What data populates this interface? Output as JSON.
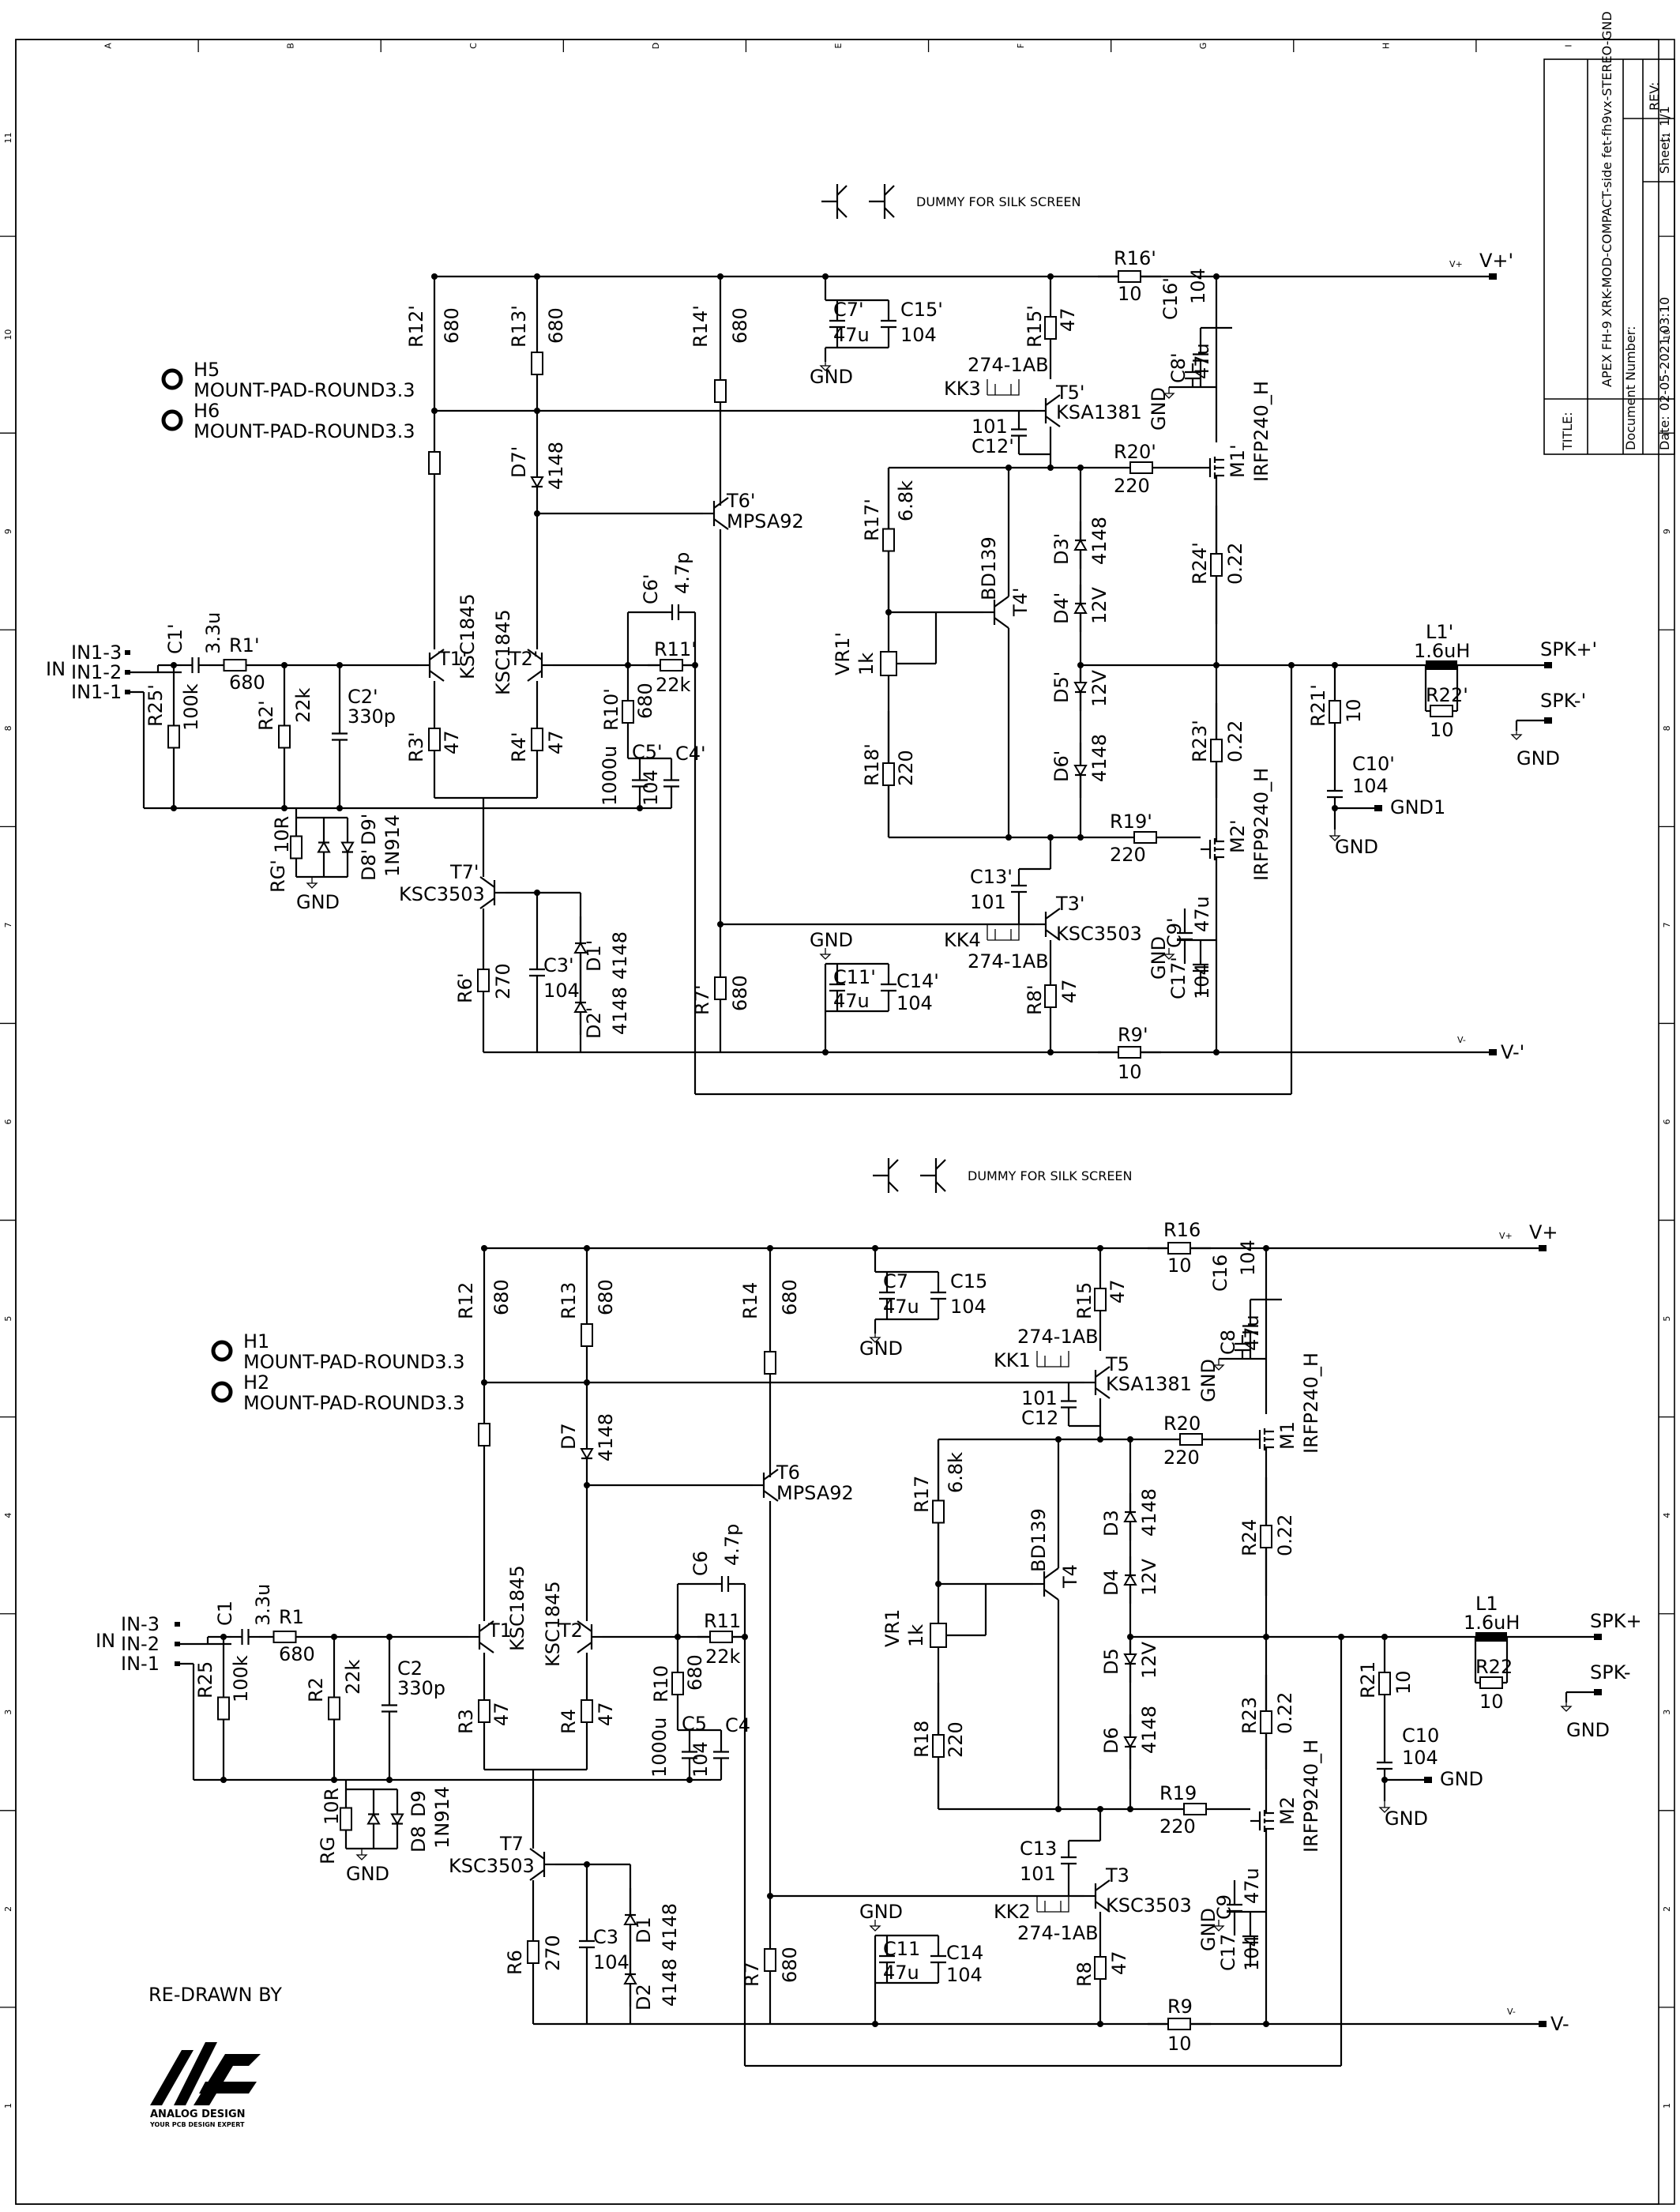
{
  "frame": {
    "cols": [
      "A",
      "B",
      "C",
      "D",
      "E",
      "F",
      "G",
      "H",
      "I"
    ],
    "rows": [
      "11",
      "10",
      "9",
      "8",
      "7",
      "6",
      "5",
      "4",
      "3",
      "2",
      "1"
    ]
  },
  "title_block": {
    "title_label": "TITLE:",
    "title": "APEX FH-9 XRK-MOD-COMPACT-side fet-fh9vx-STEREO-GND",
    "rev_label": "REV:",
    "docnum_label": "Document Number:",
    "date_label": "Date:",
    "date": "02-05-2021 03:10",
    "sheet_label": "Sheet:",
    "sheet": "1/1"
  },
  "dummy_label": "DUMMY FOR SILK SCREEN",
  "credit": {
    "redrawn": "RE-DRAWN BY",
    "logo_name": "ANALOG DESIGN",
    "logo_tag": "YOUR PCB DESIGN EXPERT"
  },
  "top": {
    "in_label": "IN",
    "in_pins": [
      "IN1-3",
      "IN1-2",
      "IN1-1"
    ],
    "mount_pads": [
      {
        "ref": "H5",
        "val": "MOUNT-PAD-ROUND3.3"
      },
      {
        "ref": "H6",
        "val": "MOUNT-PAD-ROUND3.3"
      }
    ],
    "c1": {
      "ref": "C1'",
      "val": "3.3u"
    },
    "r1": {
      "ref": "R1'",
      "val": "680"
    },
    "r25": {
      "ref": "R25'",
      "val": "100k"
    },
    "r2": {
      "ref": "R2'",
      "val": "22k"
    },
    "c2": {
      "ref": "C2'",
      "val": "330p"
    },
    "rg": {
      "ref": "RG'",
      "val": "10R"
    },
    "d8": {
      "ref": "D8'",
      "val": "D9'"
    },
    "d9val": "1N914",
    "gnd": "GND",
    "t1": {
      "ref": "T1'",
      "val": "KSC1845"
    },
    "t2": {
      "ref": "T2'",
      "val": "KSC1845"
    },
    "r3": {
      "ref": "R3'",
      "val": "47"
    },
    "r4": {
      "ref": "R4'",
      "val": "47"
    },
    "r12": {
      "ref": "R12'",
      "val": "680"
    },
    "r13": {
      "ref": "R13'",
      "val": "680"
    },
    "d7": {
      "ref": "D7'",
      "val": "4148"
    },
    "t7": {
      "ref": "T7'",
      "val": "KSC3503"
    },
    "r6": {
      "ref": "R6'",
      "val": "270"
    },
    "c3": {
      "ref": "C3'",
      "val": "104"
    },
    "d1": {
      "ref": "D1'",
      "val": "4148"
    },
    "d2": {
      "ref": "D2'",
      "val": "4148"
    },
    "c6": {
      "ref": "C6'",
      "val": "4.7p"
    },
    "r11": {
      "ref": "R11'",
      "val": "22k"
    },
    "r10": {
      "ref": "R10'",
      "val": "680"
    },
    "c5": {
      "ref": "C5'",
      "val": "104"
    },
    "c4": {
      "ref": "C4'",
      "val": "1000u"
    },
    "r14": {
      "ref": "R14'",
      "val": "680"
    },
    "t6": {
      "ref": "T6'",
      "val": "MPSA92"
    },
    "r7": {
      "ref": "R7'",
      "val": "680"
    },
    "c7": {
      "ref": "C7'",
      "val": "47u"
    },
    "c15": {
      "ref": "C15'",
      "val": "104"
    },
    "c11": {
      "ref": "C11'",
      "val": "47u"
    },
    "c14": {
      "ref": "C14'",
      "val": "104"
    },
    "r15": {
      "ref": "R15'",
      "val": "47"
    },
    "kk3": {
      "ref": "KK3",
      "val": "274-1AB"
    },
    "t5": {
      "ref": "T5'",
      "val": "KSA1381"
    },
    "c12": {
      "ref": "C12'",
      "val": "101"
    },
    "r16": {
      "ref": "R16'",
      "val": "10"
    },
    "c16": {
      "ref": "C16'",
      "val": "104"
    },
    "c8": {
      "ref": "C8'",
      "val": "47u"
    },
    "m1": {
      "ref": "M1'",
      "val": "IRFP240_H"
    },
    "r20": {
      "ref": "R20'",
      "val": "220"
    },
    "r17": {
      "ref": "R17'",
      "val": "6.8k"
    },
    "t4": {
      "ref": "T4'",
      "val": "BD139"
    },
    "d3": {
      "ref": "D3'",
      "val": "4148"
    },
    "d4": {
      "ref": "D4'",
      "val": "12V"
    },
    "d5": {
      "ref": "D5'",
      "val": "12V"
    },
    "d6": {
      "ref": "D6'",
      "val": "4148"
    },
    "vr1": {
      "ref": "VR1'",
      "val": "1k"
    },
    "r18": {
      "ref": "R18'",
      "val": "220"
    },
    "r24": {
      "ref": "R24'",
      "val": "0.22"
    },
    "r23": {
      "ref": "R23'",
      "val": "0.22"
    },
    "r19": {
      "ref": "R19'",
      "val": "220"
    },
    "m2": {
      "ref": "M2'",
      "val": "IRFP9240_H"
    },
    "c13": {
      "ref": "C13'",
      "val": "101"
    },
    "t3": {
      "ref": "T3'",
      "val": "KSC3503"
    },
    "kk4": {
      "ref": "KK4",
      "val": "274-1AB"
    },
    "r8": {
      "ref": "R8'",
      "val": "47"
    },
    "c9": {
      "ref": "C9'",
      "val": "47u"
    },
    "c17": {
      "ref": "C17'",
      "val": "104"
    },
    "r9": {
      "ref": "R9'",
      "val": "10"
    },
    "l1": {
      "ref": "L1'",
      "val": "1.6uH"
    },
    "r22": {
      "ref": "R22'",
      "val": "10"
    },
    "r21": {
      "ref": "R21'",
      "val": "10"
    },
    "c10": {
      "ref": "C10'",
      "val": "104"
    },
    "gnd1": "GND1",
    "vplus": "V+'",
    "vminus": "V-'",
    "vplus_small": "V+",
    "vminus_small": "V-",
    "spk_plus": "SPK+'",
    "spk_minus": "SPK-'",
    "gnd_small": "GND"
  },
  "bottom": {
    "in_label": "IN",
    "in_pins": [
      "IN-3",
      "IN-2",
      "IN-1"
    ],
    "mount_pads": [
      {
        "ref": "H1",
        "val": "MOUNT-PAD-ROUND3.3"
      },
      {
        "ref": "H2",
        "val": "MOUNT-PAD-ROUND3.3"
      }
    ],
    "c1": {
      "ref": "C1",
      "val": "3.3u"
    },
    "r1": {
      "ref": "R1",
      "val": "680"
    },
    "r25": {
      "ref": "R25",
      "val": "100k"
    },
    "r2": {
      "ref": "R2",
      "val": "22k"
    },
    "c2": {
      "ref": "C2",
      "val": "330p"
    },
    "rg": {
      "ref": "RG",
      "val": "10R"
    },
    "d8": {
      "ref": "D8",
      "val": "D9"
    },
    "d9val": "1N914",
    "gnd": "GND",
    "t1": {
      "ref": "T1",
      "val": "KSC1845"
    },
    "t2": {
      "ref": "T2",
      "val": "KSC1845"
    },
    "r3": {
      "ref": "R3",
      "val": "47"
    },
    "r4": {
      "ref": "R4",
      "val": "47"
    },
    "r12": {
      "ref": "R12",
      "val": "680"
    },
    "r13": {
      "ref": "R13",
      "val": "680"
    },
    "d7": {
      "ref": "D7",
      "val": "4148"
    },
    "t7": {
      "ref": "T7",
      "val": "KSC3503"
    },
    "r6": {
      "ref": "R6",
      "val": "270"
    },
    "c3": {
      "ref": "C3",
      "val": "104"
    },
    "d1": {
      "ref": "D1",
      "val": "4148"
    },
    "d2": {
      "ref": "D2",
      "val": "4148"
    },
    "c6": {
      "ref": "C6",
      "val": "4.7p"
    },
    "r11": {
      "ref": "R11",
      "val": "22k"
    },
    "r10": {
      "ref": "R10",
      "val": "680"
    },
    "c5": {
      "ref": "C5",
      "val": "104"
    },
    "c4": {
      "ref": "C4",
      "val": "1000u"
    },
    "r14": {
      "ref": "R14",
      "val": "680"
    },
    "t6": {
      "ref": "T6",
      "val": "MPSA92"
    },
    "r7": {
      "ref": "R7",
      "val": "680"
    },
    "c7": {
      "ref": "C7",
      "val": "47u"
    },
    "c15": {
      "ref": "C15",
      "val": "104"
    },
    "c11": {
      "ref": "C11",
      "val": "47u"
    },
    "c14": {
      "ref": "C14",
      "val": "104"
    },
    "r15": {
      "ref": "R15",
      "val": "47"
    },
    "kk3": {
      "ref": "KK1",
      "val": "274-1AB"
    },
    "t5": {
      "ref": "T5",
      "val": "KSA1381"
    },
    "c12": {
      "ref": "C12",
      "val": "101"
    },
    "r16": {
      "ref": "R16",
      "val": "10"
    },
    "c16": {
      "ref": "C16",
      "val": "104"
    },
    "c8": {
      "ref": "C8",
      "val": "47u"
    },
    "m1": {
      "ref": "M1",
      "val": "IRFP240_H"
    },
    "r20": {
      "ref": "R20",
      "val": "220"
    },
    "r17": {
      "ref": "R17",
      "val": "6.8k"
    },
    "t4": {
      "ref": "T4",
      "val": "BD139"
    },
    "d3": {
      "ref": "D3",
      "val": "4148"
    },
    "d4": {
      "ref": "D4",
      "val": "12V"
    },
    "d5": {
      "ref": "D5",
      "val": "12V"
    },
    "d6": {
      "ref": "D6",
      "val": "4148"
    },
    "vr1": {
      "ref": "VR1",
      "val": "1k"
    },
    "r18": {
      "ref": "R18",
      "val": "220"
    },
    "r24": {
      "ref": "R24",
      "val": "0.22"
    },
    "r23": {
      "ref": "R23",
      "val": "0.22"
    },
    "r19": {
      "ref": "R19",
      "val": "220"
    },
    "m2": {
      "ref": "M2",
      "val": "IRFP9240_H"
    },
    "c13": {
      "ref": "C13",
      "val": "101"
    },
    "t3": {
      "ref": "T3",
      "val": "KSC3503"
    },
    "kk4": {
      "ref": "KK2",
      "val": "274-1AB"
    },
    "r8": {
      "ref": "R8",
      "val": "47"
    },
    "c9": {
      "ref": "C9",
      "val": "47u"
    },
    "c17": {
      "ref": "C17",
      "val": "104"
    },
    "r9": {
      "ref": "R9",
      "val": "10"
    },
    "l1": {
      "ref": "L1",
      "val": "1.6uH"
    },
    "r22": {
      "ref": "R22",
      "val": "10"
    },
    "r21": {
      "ref": "R21",
      "val": "10"
    },
    "c10": {
      "ref": "C10",
      "val": "104"
    },
    "gnd1": "GND",
    "vplus": "V+",
    "vminus": "V-",
    "vplus_small": "V+",
    "vminus_small": "V-",
    "spk_plus": "SPK+",
    "spk_minus": "SPK-",
    "gnd_small": "GND"
  }
}
